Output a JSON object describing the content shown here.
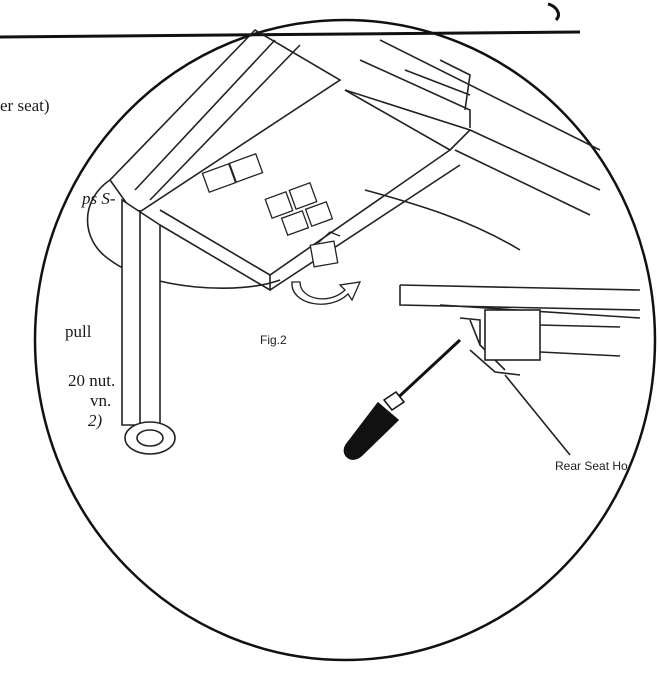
{
  "text_fragments": [
    {
      "id": "frag-1",
      "text": "er seat)"
    },
    {
      "id": "frag-2",
      "text": "ps S-"
    },
    {
      "id": "frag-3",
      "text": "pull"
    },
    {
      "id": "frag-4",
      "text": "20 nut."
    },
    {
      "id": "frag-5",
      "text": "vn."
    },
    {
      "id": "frag-6",
      "text": "2)"
    }
  ],
  "figure": {
    "label": "Fig.2",
    "callout": "Rear Seat Ho"
  },
  "colors": {
    "ink": "#1a1a1a",
    "paper": "#ffffff"
  }
}
